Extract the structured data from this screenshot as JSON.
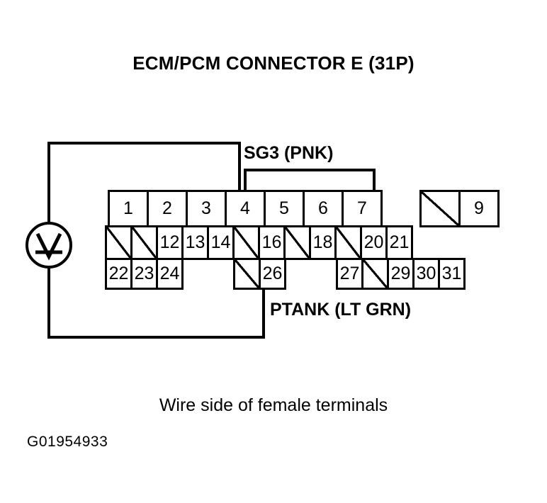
{
  "figure": {
    "title": "ECM/PCM CONNECTOR E (31P)",
    "caption": "Wire side of female terminals",
    "figure_code": "G01954933"
  },
  "labels": {
    "sg3": "SG3 (PNK)",
    "ptank": "PTANK (LT GRN)"
  },
  "instrument": {
    "name": "voltmeter",
    "symbol": "V"
  },
  "connector": {
    "name": "ECM/PCM CONNECTOR E",
    "pin_count": "31P",
    "rows": [
      {
        "id": "top",
        "cells": [
          {
            "label": "1",
            "state": "pin"
          },
          {
            "label": "2",
            "state": "pin"
          },
          {
            "label": "3",
            "state": "pin"
          },
          {
            "label": "4",
            "state": "pin"
          },
          {
            "label": "5",
            "state": "pin"
          },
          {
            "label": "6",
            "state": "pin"
          },
          {
            "label": "7",
            "state": "pin"
          },
          {
            "label": "",
            "state": "gap",
            "width": 58
          },
          {
            "label": "",
            "state": "blank"
          },
          {
            "label": "9",
            "state": "pin"
          }
        ]
      },
      {
        "id": "middle",
        "cells": [
          {
            "label": "",
            "state": "blank"
          },
          {
            "label": "",
            "state": "blank"
          },
          {
            "label": "12",
            "state": "pin"
          },
          {
            "label": "13",
            "state": "pin"
          },
          {
            "label": "14",
            "state": "pin"
          },
          {
            "label": "",
            "state": "blank"
          },
          {
            "label": "16",
            "state": "pin"
          },
          {
            "label": "",
            "state": "blank"
          },
          {
            "label": "18",
            "state": "pin"
          },
          {
            "label": "",
            "state": "blank"
          },
          {
            "label": "20",
            "state": "pin"
          },
          {
            "label": "21",
            "state": "pin"
          }
        ]
      },
      {
        "id": "bottom",
        "cells": [
          {
            "label": "22",
            "state": "pin"
          },
          {
            "label": "23",
            "state": "pin"
          },
          {
            "label": "24",
            "state": "pin"
          },
          {
            "label": "",
            "state": "gap",
            "width": 76
          },
          {
            "label": "",
            "state": "blank"
          },
          {
            "label": "26",
            "state": "pin"
          },
          {
            "label": "",
            "state": "gap",
            "width": 76
          },
          {
            "label": "27",
            "state": "pin"
          },
          {
            "label": "",
            "state": "blank"
          },
          {
            "label": "29",
            "state": "pin"
          },
          {
            "label": "30",
            "state": "pin"
          },
          {
            "label": "31",
            "state": "pin"
          }
        ]
      }
    ]
  }
}
